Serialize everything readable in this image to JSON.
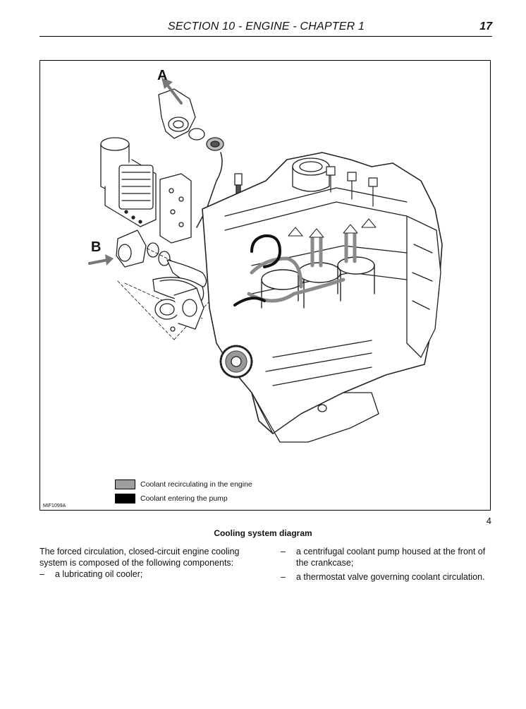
{
  "header": {
    "title": "SECTION 10 - ENGINE - CHAPTER 1",
    "page_number": "17"
  },
  "figure": {
    "labels": {
      "outlet": "A",
      "inlet": "B"
    },
    "code": "MIF1099A",
    "number": "4",
    "caption": "Cooling system diagram",
    "legend": [
      {
        "label": "Coolant recirculating in the engine",
        "color": "#9e9e9e"
      },
      {
        "label": "Coolant entering the pump",
        "color": "#000000"
      }
    ]
  },
  "body": {
    "intro": "The forced circulation, closed-circuit engine cooling system is composed of the following components:",
    "dash": "–",
    "items_left": [
      "a lubricating oil cooler;"
    ],
    "items_right": [
      "a centrifugal coolant pump housed at the front of the crankcase;",
      "a thermostat valve governing coolant circulation."
    ]
  }
}
